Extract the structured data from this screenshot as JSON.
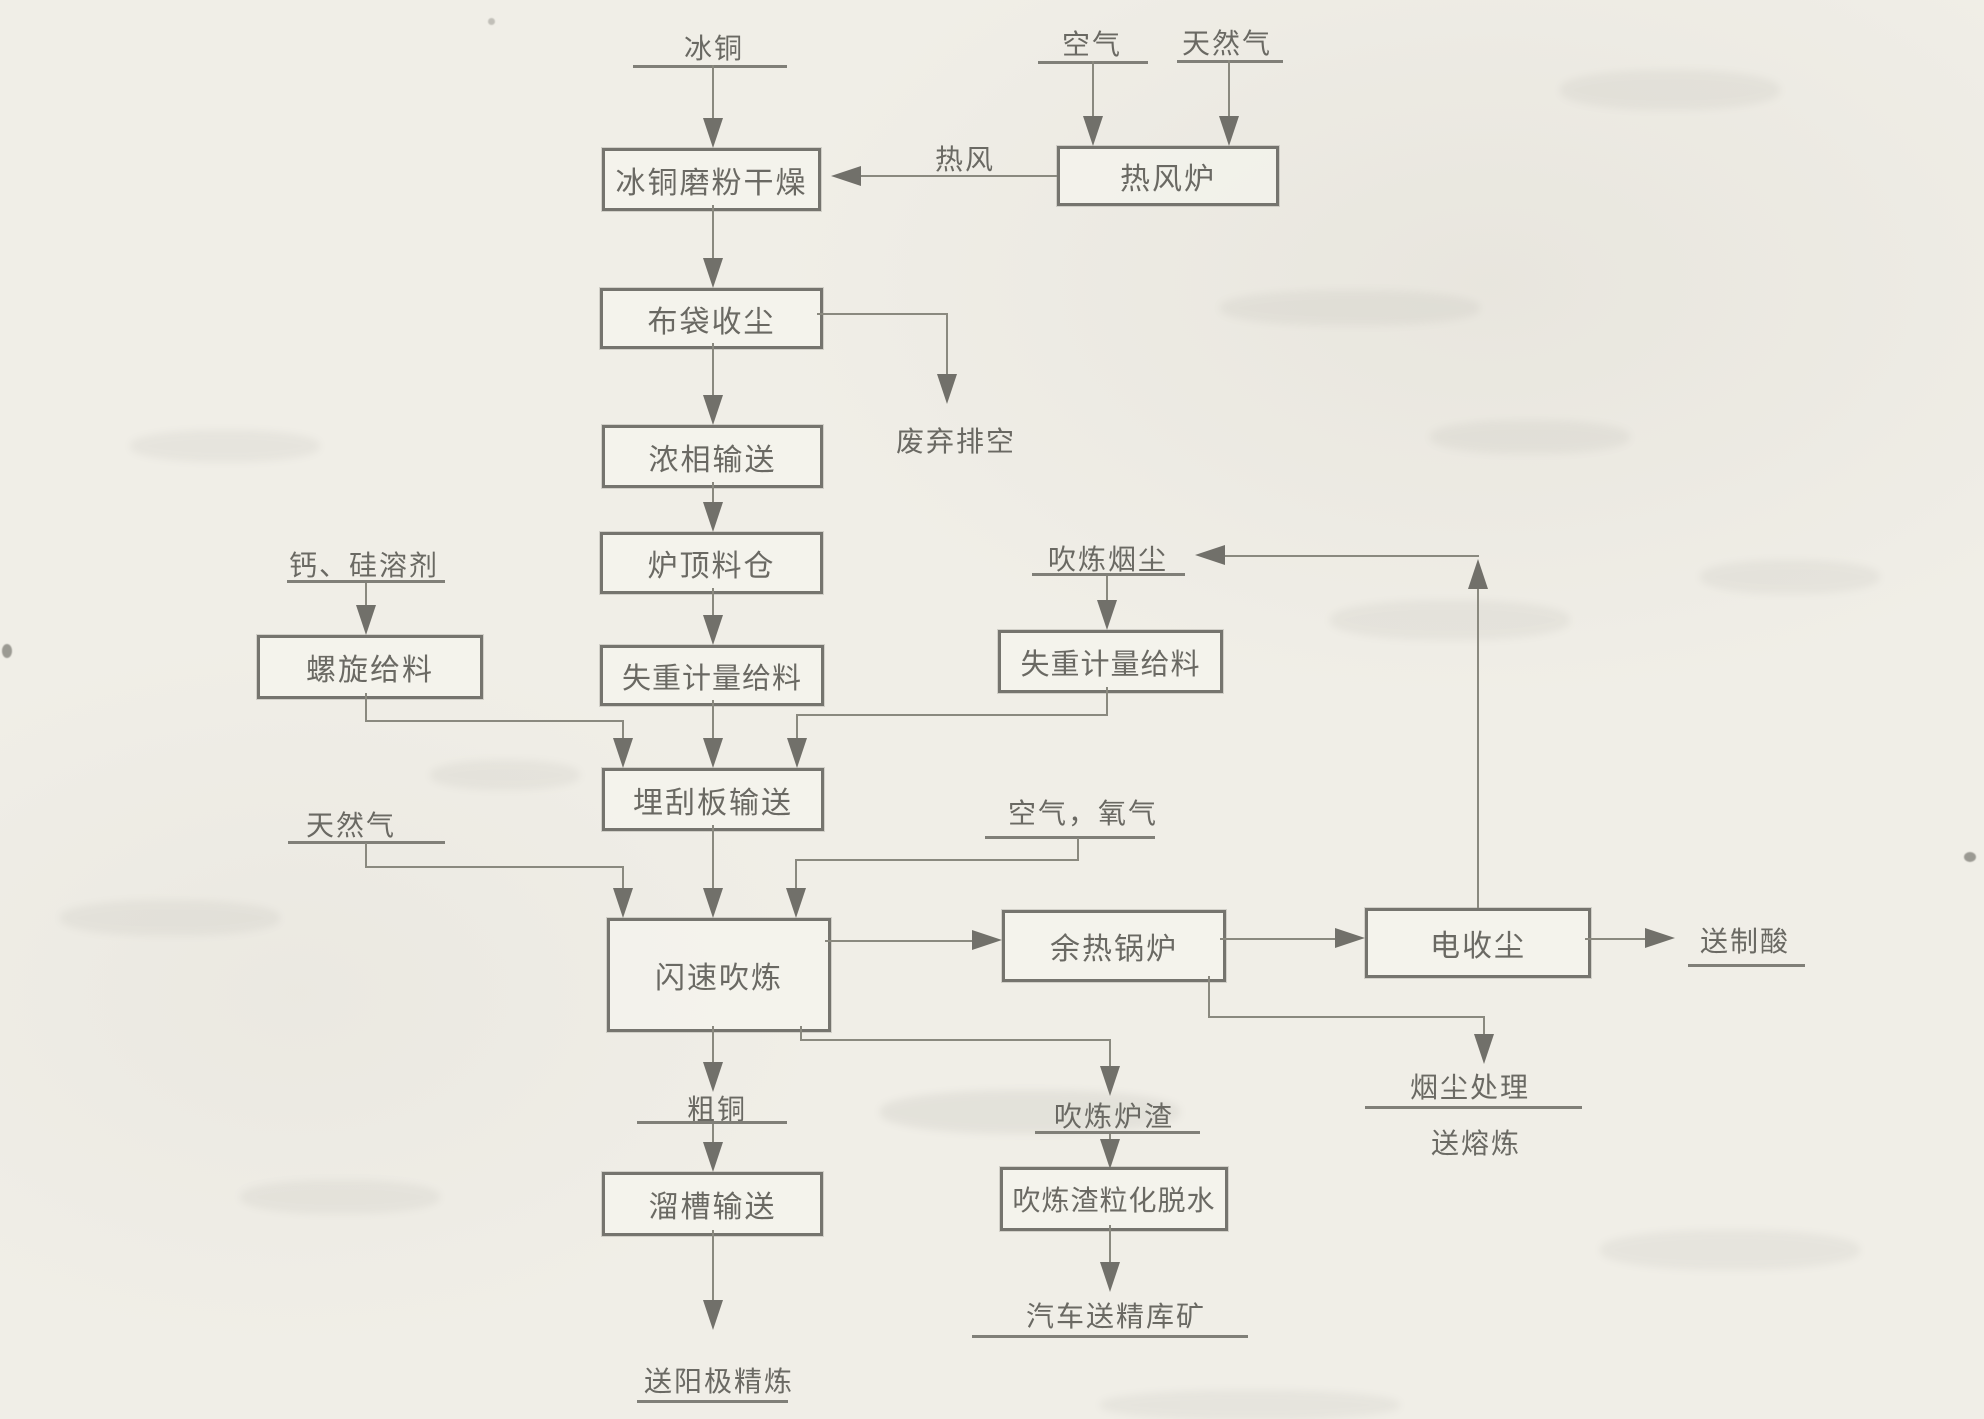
{
  "figure": {
    "type": "process-flow-diagram",
    "background_color": "#f0eee7",
    "line_color": "#8a897f",
    "text_color": "#6a6963"
  },
  "nodes": {
    "grind": "冰铜磨粉干燥",
    "stove": "热风炉",
    "bag": "布袋收尘",
    "dense": "浓相输送",
    "bin": "炉顶料仓",
    "screw": "螺旋给料",
    "feeder_center": "失重计量给料",
    "feeder_right": "失重计量给料",
    "drag": "埋刮板输送",
    "flash": "闪速吹炼",
    "boiler": "余热锅炉",
    "esp": "电收尘",
    "granulation": "吹炼渣粒化脱水",
    "chute": "溜槽输送"
  },
  "labels": {
    "matte": "冰铜",
    "air": "空气",
    "natural_gas_top": "天然气",
    "hot_blast": "热风",
    "waste_vent": "废弃排空",
    "flux": "钙、硅溶剂",
    "converting_dust": "吹炼烟尘",
    "natural_gas_left": "天然气",
    "air_oxygen": "空气，氧气",
    "crude_copper": "粗铜",
    "converting_slag": "吹炼炉渣",
    "dust_treatment": "烟尘处理",
    "to_smelting": "送熔炼",
    "to_acid_plant": "送制酸",
    "truck_to_ore_store": "汽车送精库矿",
    "to_anode_refining": "送阳极精炼"
  }
}
